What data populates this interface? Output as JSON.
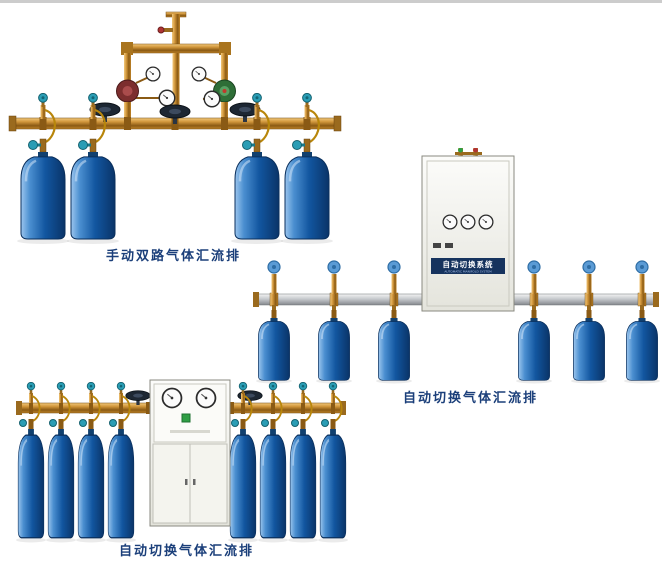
{
  "captions": {
    "manual_dual": "手动双路气体汇流排",
    "auto_switch_right": "自动切换气体汇流排",
    "auto_switch_bottom": "自动切换气体汇流排"
  },
  "cabinet_panel": {
    "title": "自动切换系统",
    "subtitle": "AUTOMATIC MANIFOLD SYSTEM"
  },
  "colors": {
    "caption_text": "#1b3f7a",
    "brass": "#c8862a",
    "cylinder_blue": "#1256a0",
    "silver_pipe": "#c6c9cd",
    "teal_valve": "#2a9db5",
    "blue_handwheel": "#5b9bd5",
    "panel_band": "#16335e"
  }
}
